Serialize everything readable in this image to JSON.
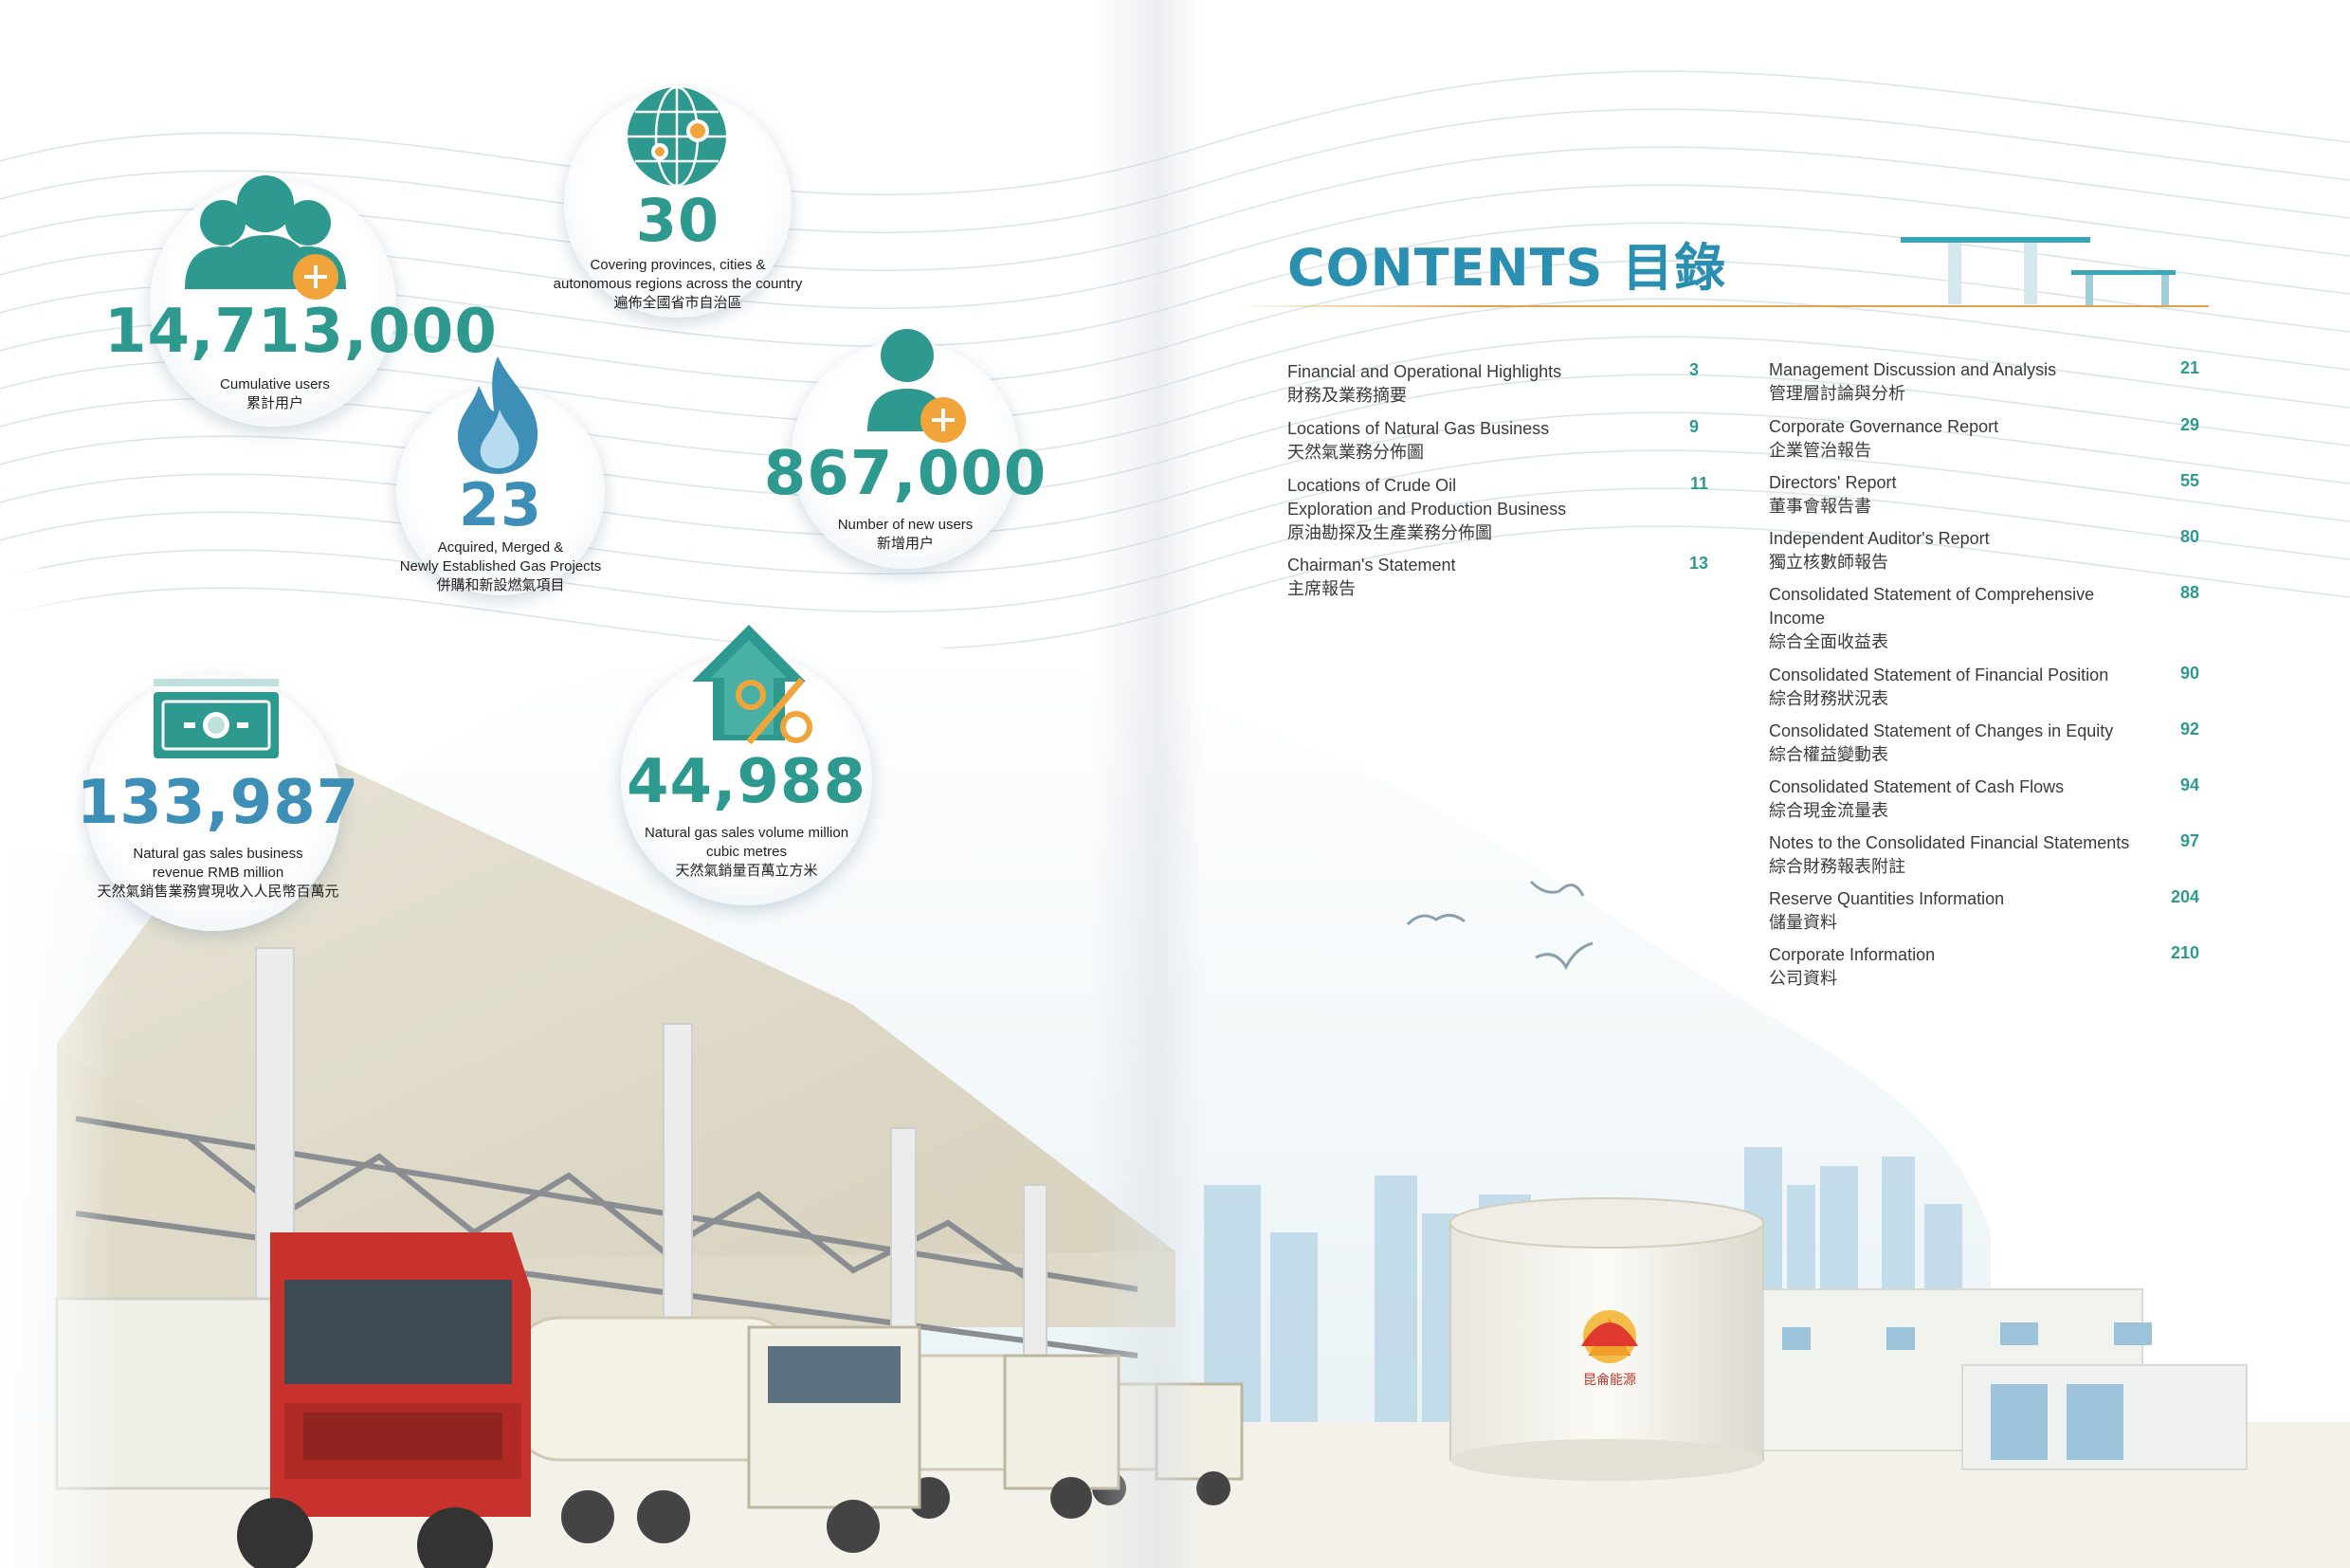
{
  "stats": {
    "users": {
      "value": "14,713,000",
      "caption_en": "Cumulative users",
      "caption_zh": "累計用户"
    },
    "regions": {
      "value": "30",
      "caption_en1": "Covering provinces, cities &",
      "caption_en2": "autonomous regions across the country",
      "caption_zh": "遍佈全國省市自治區"
    },
    "projects": {
      "value": "23",
      "caption_en1": "Acquired, Merged &",
      "caption_en2": "Newly Established Gas Projects",
      "caption_zh": "併購和新設燃氣項目"
    },
    "new_users": {
      "value": "867,000",
      "caption_en": "Number of new users",
      "caption_zh": "新增用户"
    },
    "revenue": {
      "value": "133,987",
      "caption_en1": "Natural gas sales business",
      "caption_en2": "revenue RMB million",
      "caption_zh": "天然氣銷售業務實現收入人民幣百萬元"
    },
    "volume": {
      "value": "44,988",
      "caption_en1": "Natural gas sales volume million",
      "caption_en2": "cubic metres",
      "caption_zh": "天然氣銷量百萬立方米"
    }
  },
  "contents": {
    "title": "CONTENTS 目錄",
    "left": [
      {
        "en1": "Financial and Operational Highlights",
        "zh": "財務及業務摘要",
        "page": "3"
      },
      {
        "en1": "Locations of Natural Gas Business",
        "zh": "天然氣業務分佈圖",
        "page": "9"
      },
      {
        "en1": "Locations of Crude Oil",
        "en2": "Exploration and Production Business",
        "zh": "原油勘探及生產業務分佈圖",
        "page": "11"
      },
      {
        "en1": "Chairman's Statement",
        "zh": "主席報告",
        "page": "13"
      }
    ],
    "right": [
      {
        "en1": "Management Discussion and Analysis",
        "zh": "管理層討論與分析",
        "page": "21"
      },
      {
        "en1": "Corporate Governance Report",
        "zh": "企業管治報告",
        "page": "29"
      },
      {
        "en1": "Directors' Report",
        "zh": "董事會報告書",
        "page": "55"
      },
      {
        "en1": "Independent Auditor's Report",
        "zh": "獨立核數師報告",
        "page": "80"
      },
      {
        "en1": "Consolidated Statement of Comprehensive",
        "en2": "Income",
        "zh": "綜合全面收益表",
        "page": "88"
      },
      {
        "en1": "Consolidated Statement of Financial Position",
        "zh": "綜合財務狀況表",
        "page": "90"
      },
      {
        "en1": "Consolidated Statement of Changes in Equity",
        "zh": "綜合權益變動表",
        "page": "92"
      },
      {
        "en1": "Consolidated Statement of Cash Flows",
        "zh": "綜合現金流量表",
        "page": "94"
      },
      {
        "en1": "Notes to the Consolidated Financial Statements",
        "zh": "綜合財務報表附註",
        "page": "97"
      },
      {
        "en1": "Reserve Quantities Information",
        "zh": "儲量資料",
        "page": "204"
      },
      {
        "en1": "Corporate Information",
        "zh": "公司資料",
        "page": "210"
      }
    ]
  },
  "logo_text": "昆侖能源",
  "colors": {
    "teal": "#2e9a8f",
    "blue_title": "#2a8fb0",
    "orange": "#f0a43a",
    "truck_red": "#c8322c"
  }
}
